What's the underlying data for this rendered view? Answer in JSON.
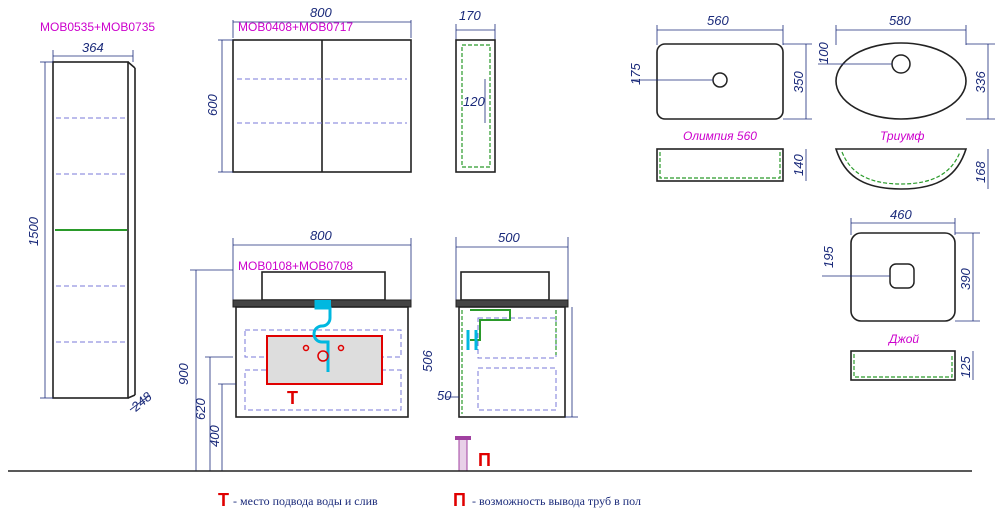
{
  "models": {
    "tall_cabinet": "MOB0535+MOB0735",
    "mirror_cabinet": "MOB0408+MOB0717",
    "vanity": "MOB0108+MOB0708"
  },
  "dims": {
    "tall_width": "364",
    "tall_height": "1500",
    "tall_depth": "248",
    "mirror_width": "800",
    "mirror_height": "600",
    "mirror_depth": "170",
    "mirror_inner": "120",
    "vanity_width": "800",
    "vanity_depth": "500",
    "vanity_height": "506",
    "floor_900": "900",
    "floor_620": "620",
    "floor_400": "400",
    "side_50": "50",
    "olimpia_w": "560",
    "olimpia_d": "350",
    "olimpia_off": "175",
    "olimpia_h": "140",
    "triumf_w": "580",
    "triumf_d": "336",
    "triumf_off": "100",
    "triumf_h": "168",
    "joy_w": "460",
    "joy_d": "390",
    "joy_off": "195",
    "joy_h": "125"
  },
  "sinks": {
    "olimpia": "Олимпия 560",
    "triumf": "Триумф",
    "joy": "Джой"
  },
  "legend": {
    "t_mark": "Т",
    "t_text": "- место подвода воды и слив",
    "p_mark": "П",
    "p_text": "- возможность вывода труб в пол"
  },
  "colors": {
    "outline": "#222222",
    "dimension": "#1a2a7a",
    "label": "#cc00cc",
    "marker": "#e00000",
    "pipes": "#00b8e0",
    "hidden": "#2a9a2a"
  }
}
